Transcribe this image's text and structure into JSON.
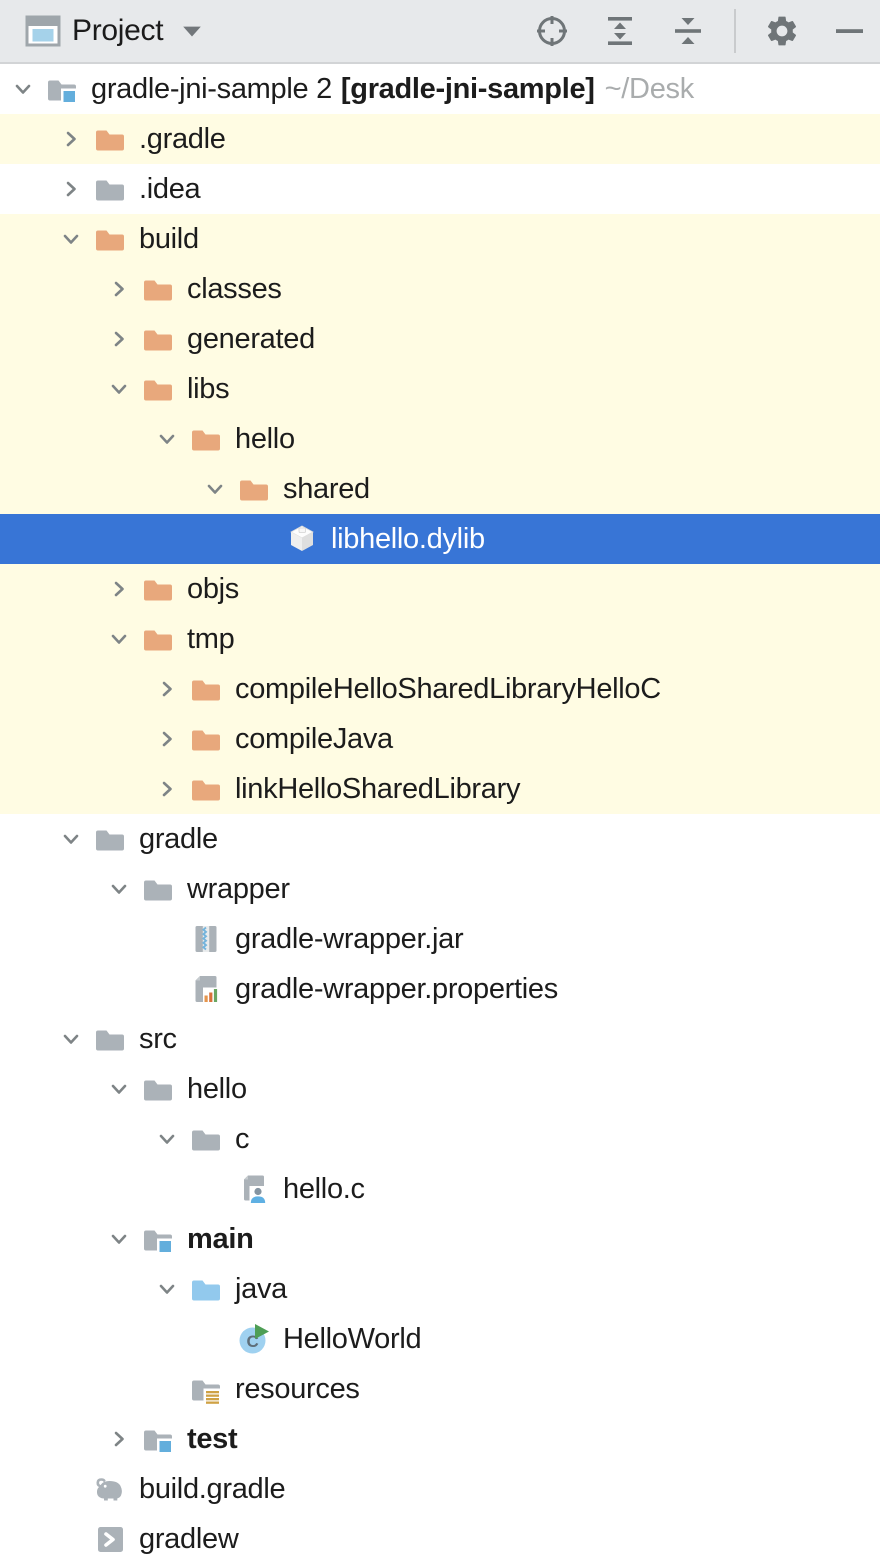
{
  "toolbar": {
    "title": "Project",
    "window_icon": "project-tool-window",
    "buttons": [
      {
        "name": "locate-file"
      },
      {
        "name": "expand-all"
      },
      {
        "name": "collapse-all"
      },
      {
        "name": "divider"
      },
      {
        "name": "settings-gear"
      },
      {
        "name": "hide-minimize"
      }
    ]
  },
  "tree": {
    "rows": [
      {
        "label": "gradle-jni-sample 2",
        "project_label": "[gradle-jni-sample]",
        "path": "~/Desk",
        "level": 0,
        "chevron": "down",
        "icon": "project-folder",
        "bg": "white"
      },
      {
        "label": ".gradle",
        "level": 1,
        "chevron": "right",
        "icon": "folder-excluded",
        "bg": "yellow"
      },
      {
        "label": ".idea",
        "level": 1,
        "chevron": "right",
        "icon": "folder",
        "bg": "white"
      },
      {
        "label": "build",
        "level": 1,
        "chevron": "down",
        "icon": "folder-excluded",
        "bg": "yellow"
      },
      {
        "label": "classes",
        "level": 2,
        "chevron": "right",
        "icon": "folder-excluded",
        "bg": "yellow"
      },
      {
        "label": "generated",
        "level": 2,
        "chevron": "right",
        "icon": "folder-excluded",
        "bg": "yellow"
      },
      {
        "label": "libs",
        "level": 2,
        "chevron": "down",
        "icon": "folder-excluded",
        "bg": "yellow"
      },
      {
        "label": "hello",
        "level": 3,
        "chevron": "down",
        "icon": "folder-excluded",
        "bg": "yellow"
      },
      {
        "label": "shared",
        "level": 4,
        "chevron": "down",
        "icon": "folder-excluded",
        "bg": "yellow"
      },
      {
        "label": "libhello.dylib",
        "level": 5,
        "chevron": null,
        "icon": "dylib-file",
        "bg": "selected"
      },
      {
        "label": "objs",
        "level": 2,
        "chevron": "right",
        "icon": "folder-excluded",
        "bg": "yellow"
      },
      {
        "label": "tmp",
        "level": 2,
        "chevron": "down",
        "icon": "folder-excluded",
        "bg": "yellow"
      },
      {
        "label": "compileHelloSharedLibraryHelloC",
        "level": 3,
        "chevron": "right",
        "icon": "folder-excluded",
        "bg": "yellow"
      },
      {
        "label": "compileJava",
        "level": 3,
        "chevron": "right",
        "icon": "folder-excluded",
        "bg": "yellow"
      },
      {
        "label": "linkHelloSharedLibrary",
        "level": 3,
        "chevron": "right",
        "icon": "folder-excluded",
        "bg": "yellow"
      },
      {
        "label": "gradle",
        "level": 1,
        "chevron": "down",
        "icon": "folder",
        "bg": "white"
      },
      {
        "label": "wrapper",
        "level": 2,
        "chevron": "down",
        "icon": "folder",
        "bg": "white"
      },
      {
        "label": "gradle-wrapper.jar",
        "level": 3,
        "chevron": null,
        "icon": "jar-file",
        "bg": "white"
      },
      {
        "label": "gradle-wrapper.properties",
        "level": 3,
        "chevron": null,
        "icon": "properties-file",
        "bg": "white"
      },
      {
        "label": "src",
        "level": 1,
        "chevron": "down",
        "icon": "folder",
        "bg": "white"
      },
      {
        "label": "hello",
        "level": 2,
        "chevron": "down",
        "icon": "folder",
        "bg": "white"
      },
      {
        "label": "c",
        "level": 3,
        "chevron": "down",
        "icon": "folder",
        "bg": "white"
      },
      {
        "label": "hello.c",
        "level": 4,
        "chevron": null,
        "icon": "c-file",
        "bg": "white"
      },
      {
        "label": "main",
        "level": 2,
        "chevron": "down",
        "icon": "folder-sources-root",
        "bg": "white",
        "bold": true
      },
      {
        "label": "java",
        "level": 3,
        "chevron": "down",
        "icon": "folder-java",
        "bg": "white"
      },
      {
        "label": "HelloWorld",
        "level": 4,
        "chevron": null,
        "icon": "java-class",
        "bg": "white"
      },
      {
        "label": "resources",
        "level": 3,
        "chevron": null,
        "icon": "folder-resources",
        "bg": "white"
      },
      {
        "label": "test",
        "level": 2,
        "chevron": "right",
        "icon": "folder-sources-root",
        "bg": "white",
        "bold": true
      },
      {
        "label": "build.gradle",
        "level": 1,
        "chevron": null,
        "icon": "gradle-file",
        "bg": "white"
      },
      {
        "label": "gradlew",
        "level": 1,
        "chevron": null,
        "icon": "shell-script",
        "bg": "white"
      }
    ]
  },
  "colors": {
    "selection": "#3875D6",
    "selected_text": "#FFFFFF",
    "row_highlight": "#FFFCE3",
    "toolbar_bg": "#E7E9EB",
    "toolbar_border": "#D2D4D6",
    "folder_excluded": "#E8A87C",
    "folder_gray": "#ABB2B8",
    "folder_java": "#92C9ED",
    "badge_blue": "#63AEDC",
    "badge_resources": "#CFA144",
    "icon_gray": "#6F7578",
    "chevron_gray": "#7E8486",
    "text": "#1C1C1C",
    "path_text": "#A9ACAD"
  }
}
